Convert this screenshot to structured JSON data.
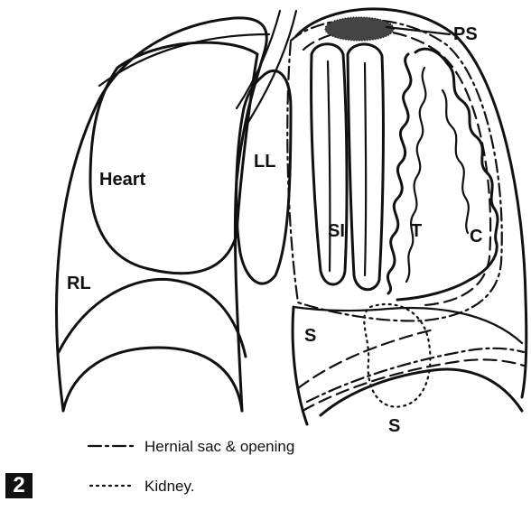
{
  "figure_number": "2",
  "labels": {
    "ps": "PS",
    "heart": "Heart",
    "ll": "LL",
    "rl": "RL",
    "si": "SI",
    "t": "T",
    "c": "C",
    "s_upper": "S",
    "s_lower": "S"
  },
  "legend": {
    "hernial": "Hernial sac & opening",
    "kidney": "Kidney."
  }
}
